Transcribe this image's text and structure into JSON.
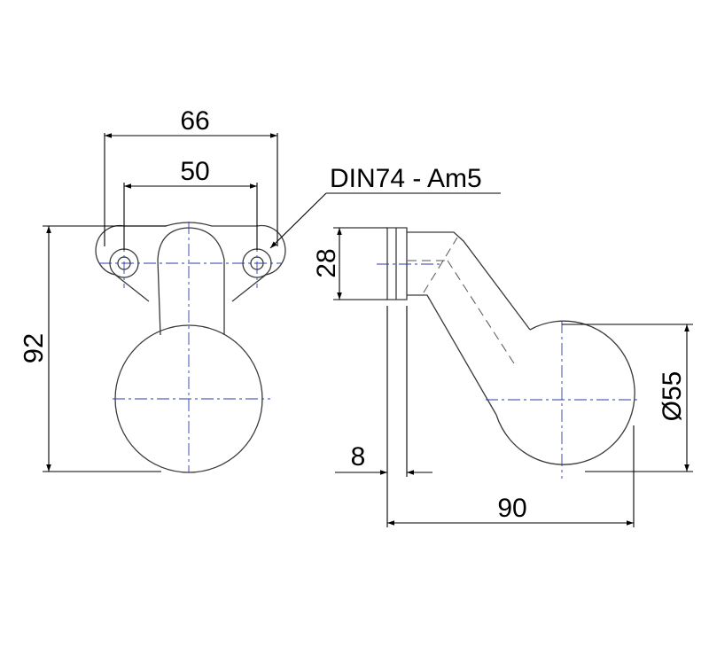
{
  "drawing": {
    "front_view": {
      "dim_overall_width": "66",
      "dim_hole_spacing": "50",
      "dim_height": "92"
    },
    "side_view": {
      "dim_collar_height": "28",
      "dim_collar_width": "8",
      "dim_depth": "90",
      "dim_lamp_diameter": "Ø55"
    },
    "callout_din": "DIN74 - Am5"
  },
  "colors": {
    "outline": "#3a3a3a",
    "dimension": "#000000",
    "centerline": "#2b3ea8"
  }
}
